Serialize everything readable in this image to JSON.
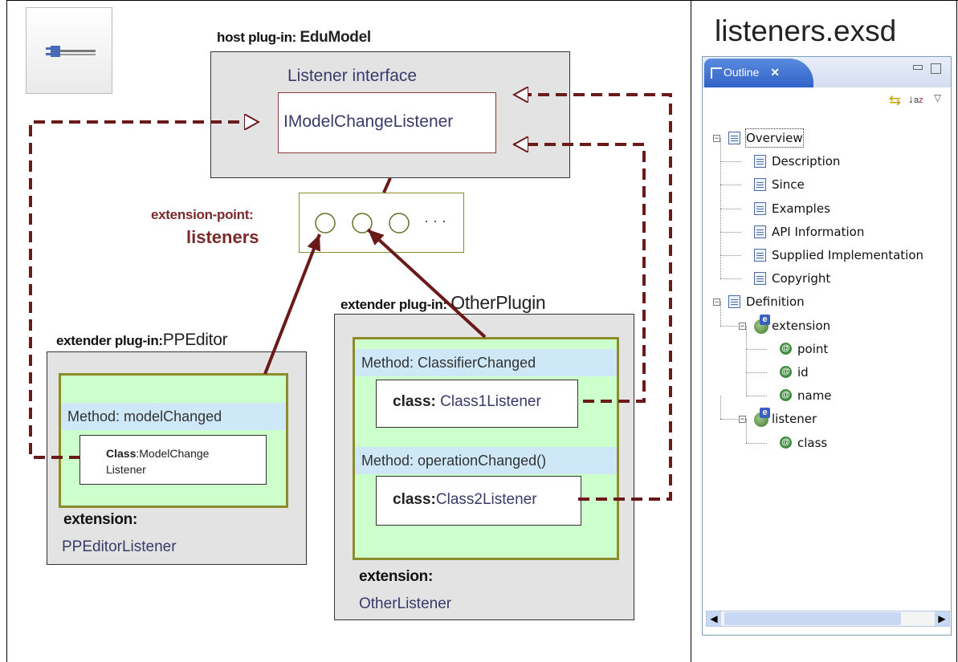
{
  "right_title": "listeners.exsd",
  "host": {
    "prefix": "host plug-in:",
    "name": "EduModel",
    "interface_label": "Listener interface",
    "interface_name": "IModelChangeListener"
  },
  "extension_point": {
    "prefix": "extension-point:",
    "name": "listeners",
    "ellipsis": "· · ·"
  },
  "ppeditor": {
    "prefix": "extender plug-in:",
    "name": "PPEditor",
    "method": "Method: modelChanged",
    "class_bold": "Class",
    "class_rest": ":ModelChange",
    "class_rest2": "Listener",
    "extension_label": "extension:",
    "extension_name": "PPEditorListener"
  },
  "other": {
    "prefix": "extender plug-in:",
    "name": "OtherPlugin",
    "method1": "Method: ClassifierChanged",
    "class1_bold": "class:",
    "class1_name": "Class1Listener",
    "method2": "Method: operationChanged()",
    "class2_bold": "class:",
    "class2_name": "Class2Listener",
    "extension_label": "extension:",
    "extension_name": "OtherListener"
  },
  "outline": {
    "tab_label": "Outline",
    "tree": [
      {
        "label": "Overview",
        "level": 0,
        "icon": "doc-icon",
        "toggle": "minus"
      },
      {
        "label": "Description",
        "level": 1,
        "icon": "doc-edit-icon"
      },
      {
        "label": "Since",
        "level": 1,
        "icon": "doc-edit-icon"
      },
      {
        "label": "Examples",
        "level": 1,
        "icon": "doc-icon"
      },
      {
        "label": "API Information",
        "level": 1,
        "icon": "doc-icon"
      },
      {
        "label": "Supplied Implementation",
        "level": 1,
        "icon": "doc-icon"
      },
      {
        "label": "Copyright",
        "level": 1,
        "icon": "doc-icon"
      },
      {
        "label": "Definition",
        "level": 0,
        "icon": "doc-icon",
        "toggle": "minus"
      },
      {
        "label": "extension",
        "level": 1,
        "icon": "element-icon",
        "toggle": "minus"
      },
      {
        "label": "point",
        "level": 2,
        "icon": "attribute-icon"
      },
      {
        "label": "id",
        "level": 2,
        "icon": "attribute-icon"
      },
      {
        "label": "name",
        "level": 2,
        "icon": "attribute-icon"
      },
      {
        "label": "listener",
        "level": 1,
        "icon": "element-icon",
        "toggle": "minus"
      },
      {
        "label": "class",
        "level": 2,
        "icon": "attribute-class-icon"
      }
    ]
  },
  "colors": {
    "arrow": "#6b1a1a",
    "green_fill": "#ccffcc",
    "green_border": "#8c8c2a",
    "method_band": "#cfe8f7",
    "gray_box": "#e3e3e3",
    "ext_point_label": "#7a2a2a"
  }
}
